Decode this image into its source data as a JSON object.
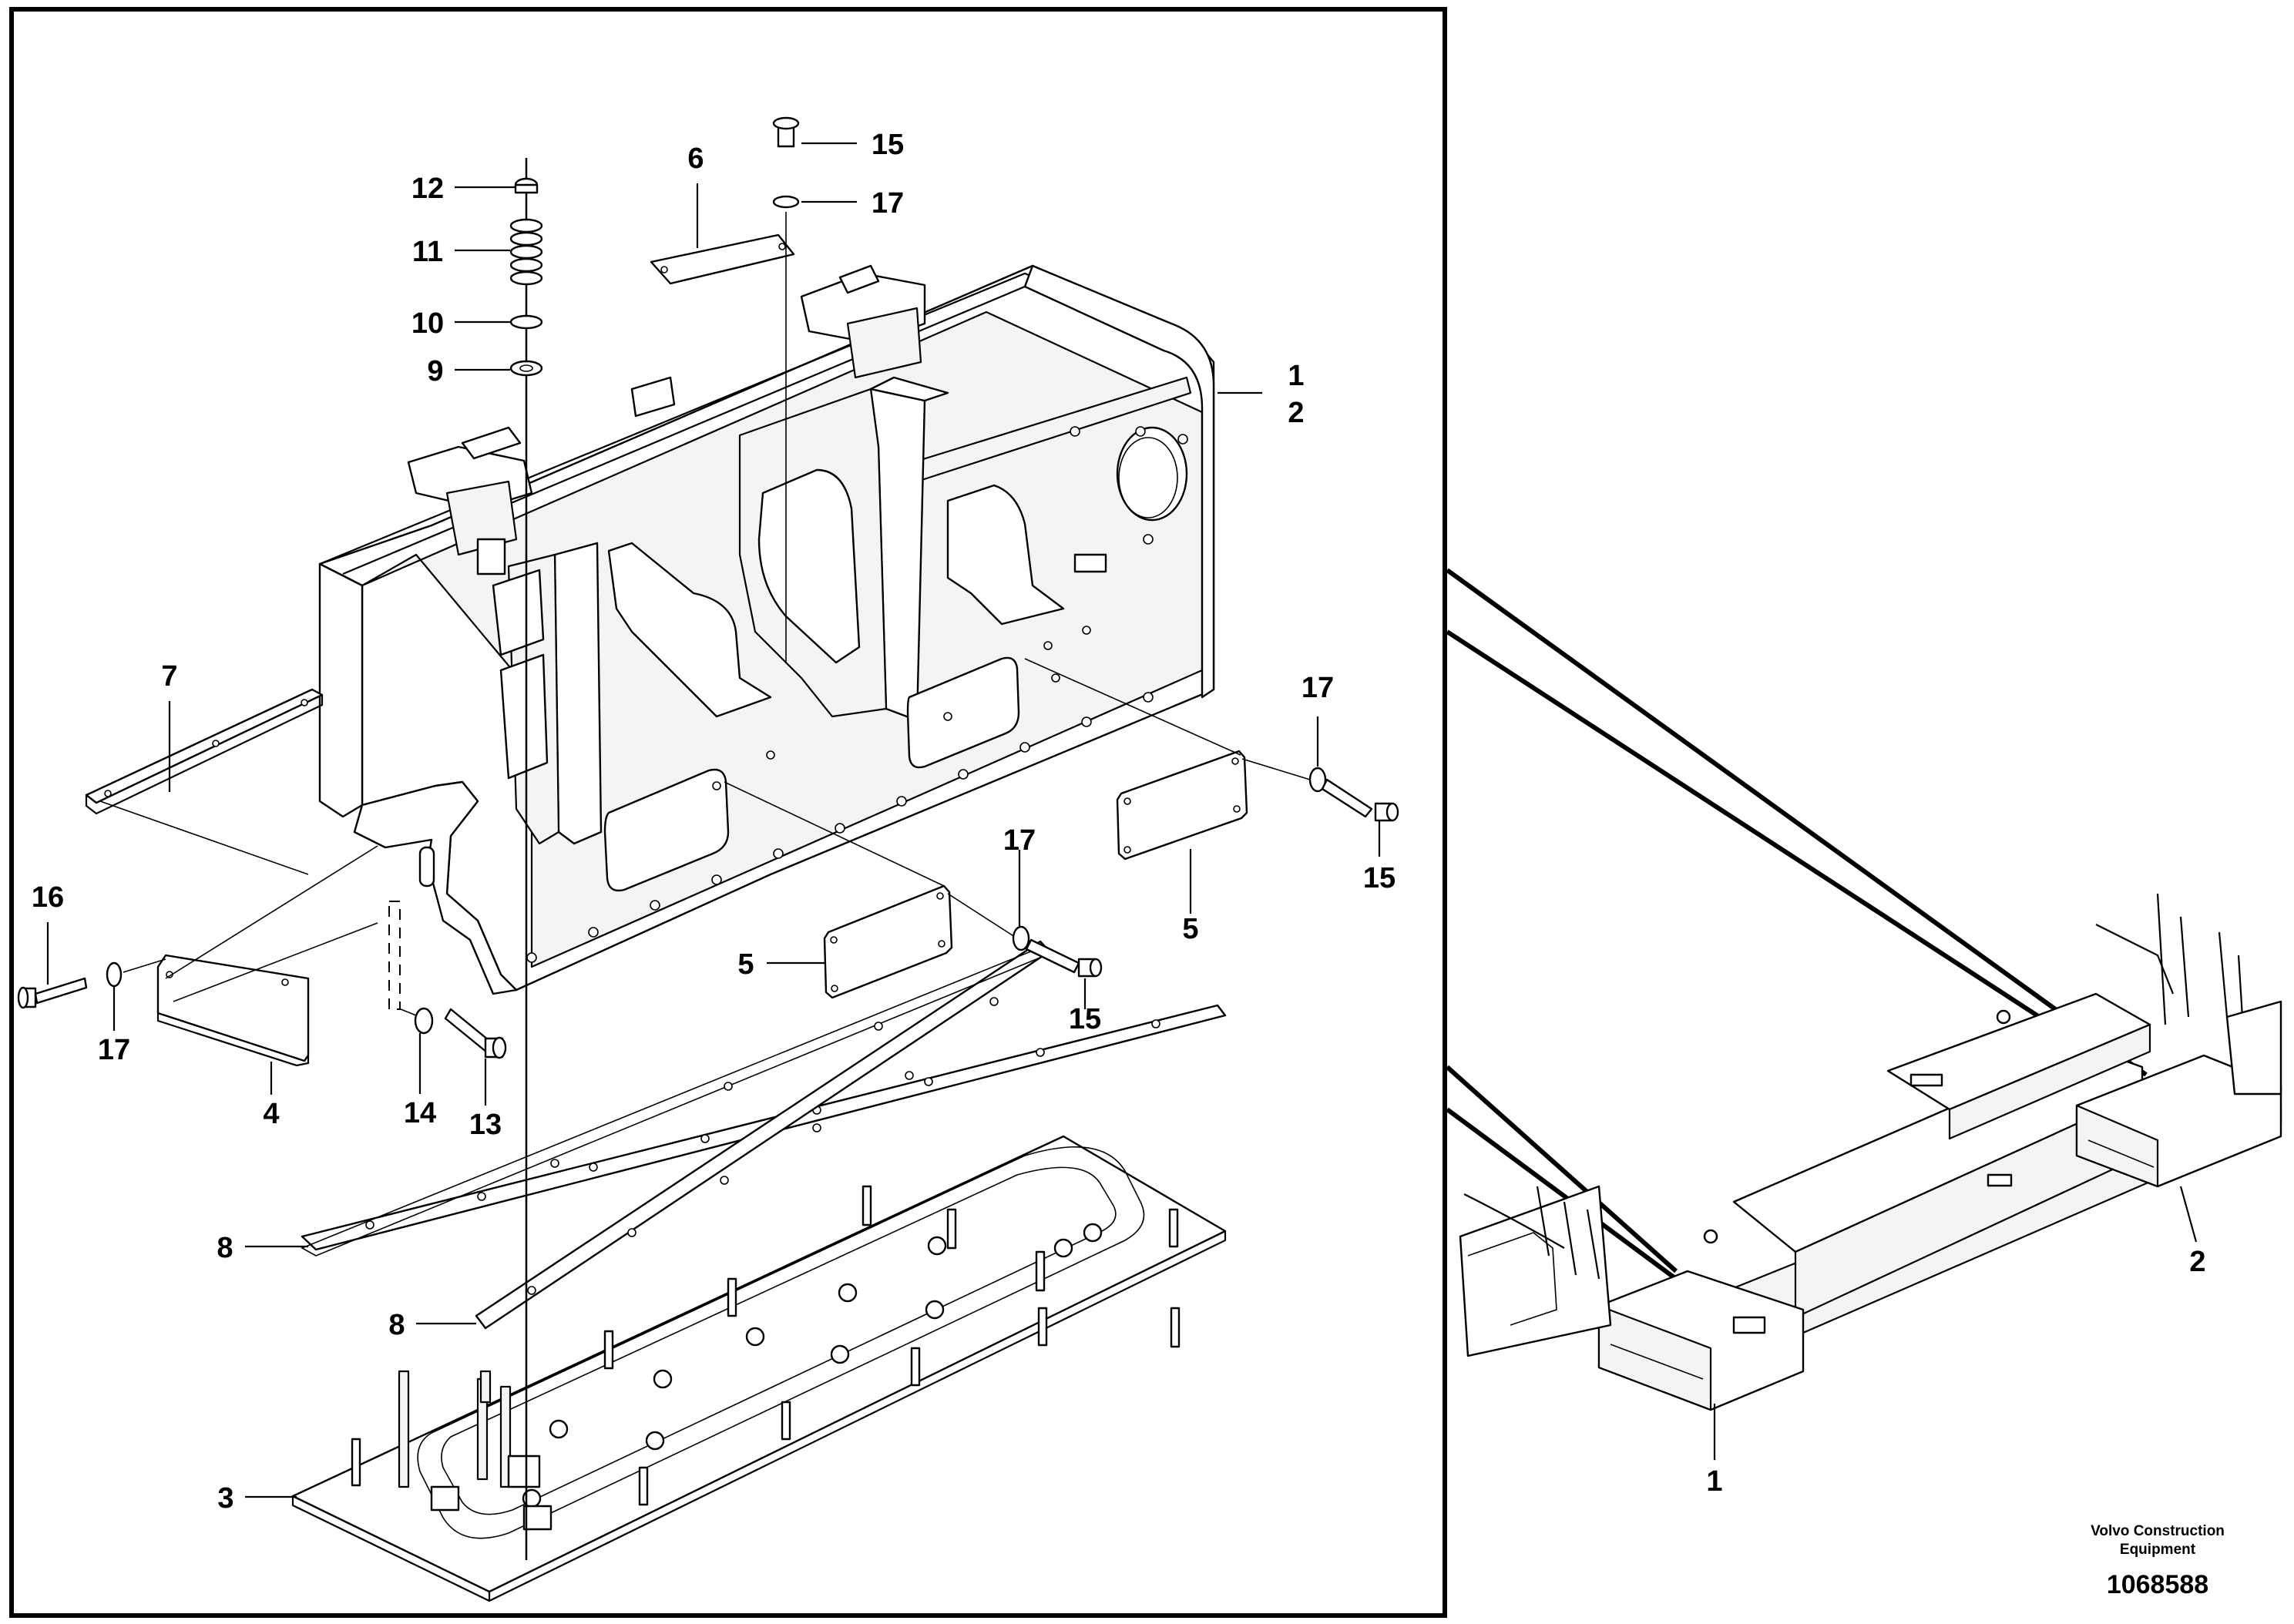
{
  "diagram": {
    "callouts_main": [
      {
        "id": "c-12",
        "label": "12"
      },
      {
        "id": "c-11",
        "label": "11"
      },
      {
        "id": "c-10",
        "label": "10"
      },
      {
        "id": "c-9",
        "label": "9"
      },
      {
        "id": "c-6",
        "label": "6"
      },
      {
        "id": "c-15a",
        "label": "15"
      },
      {
        "id": "c-17a",
        "label": "17"
      },
      {
        "id": "c-1a",
        "label": "1"
      },
      {
        "id": "c-2a",
        "label": "2"
      },
      {
        "id": "c-7",
        "label": "7"
      },
      {
        "id": "c-17b",
        "label": "17"
      },
      {
        "id": "c-15b",
        "label": "15"
      },
      {
        "id": "c-5a",
        "label": "5"
      },
      {
        "id": "c-17c",
        "label": "17"
      },
      {
        "id": "c-5b",
        "label": "5"
      },
      {
        "id": "c-15c",
        "label": "15"
      },
      {
        "id": "c-16",
        "label": "16"
      },
      {
        "id": "c-17d",
        "label": "17"
      },
      {
        "id": "c-4",
        "label": "4"
      },
      {
        "id": "c-14",
        "label": "14"
      },
      {
        "id": "c-13",
        "label": "13"
      },
      {
        "id": "c-8a",
        "label": "8"
      },
      {
        "id": "c-8b",
        "label": "8"
      },
      {
        "id": "c-3",
        "label": "3"
      }
    ],
    "callouts_overview": [
      {
        "id": "o-1",
        "label": "1"
      },
      {
        "id": "o-2",
        "label": "2"
      }
    ],
    "brand_line1": "Volvo Construction",
    "brand_line2": "Equipment",
    "document_number": "1068588"
  }
}
